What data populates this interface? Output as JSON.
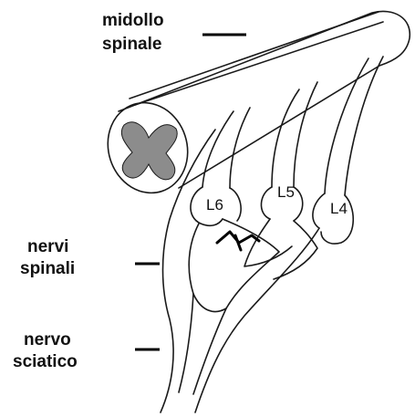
{
  "labels": {
    "spinal_cord_line1": "midollo",
    "spinal_cord_line2": "spinale",
    "spinal_nerves_line1": "nervi",
    "spinal_nerves_line2": "spinali",
    "sciatic_nerve_line1": "nervo",
    "sciatic_nerve_line2": "sciatico"
  },
  "levels": {
    "l6": "L6",
    "l5": "L5",
    "l4": "L4"
  },
  "colors": {
    "grey_matter": "#8c8c8c",
    "outline": "#1a1a1a",
    "background": "#ffffff"
  }
}
